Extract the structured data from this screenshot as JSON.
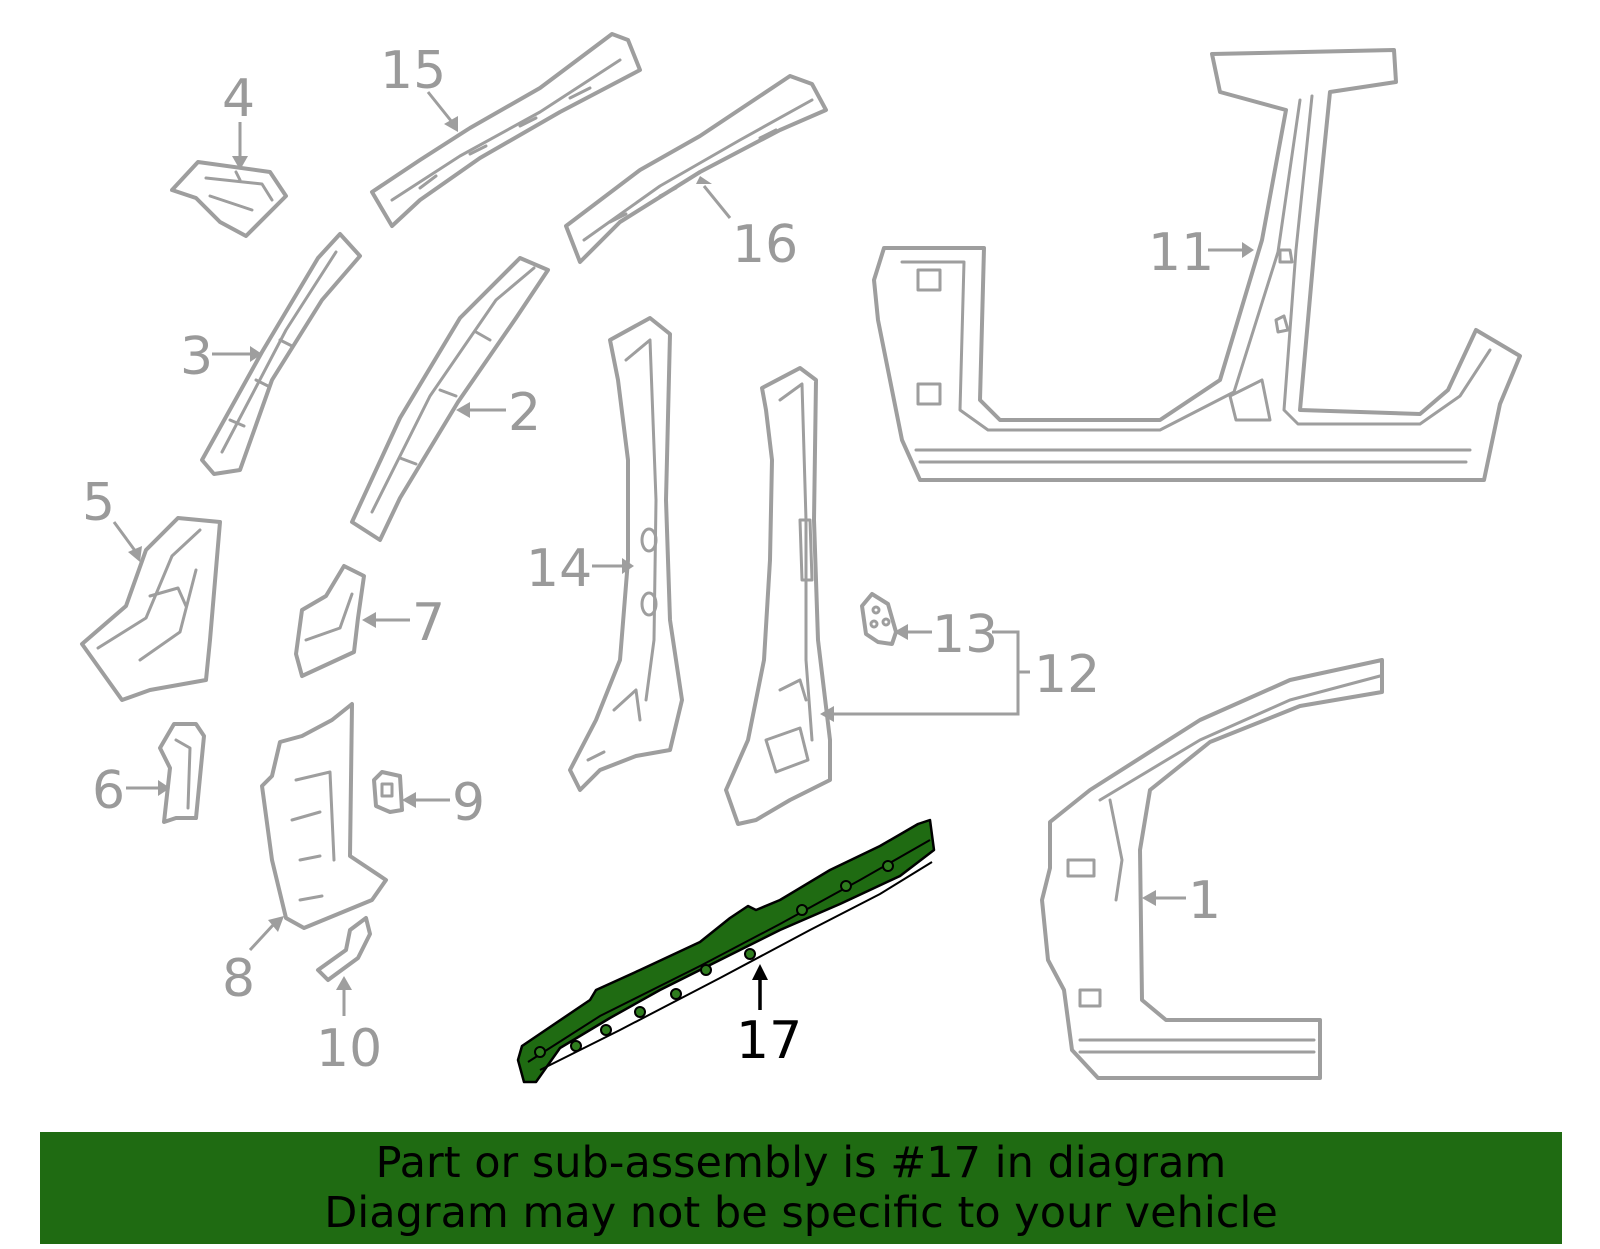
{
  "diagram": {
    "callouts": {
      "c1": "1",
      "c2": "2",
      "c3": "3",
      "c4": "4",
      "c5": "5",
      "c6": "6",
      "c7": "7",
      "c8": "8",
      "c9": "9",
      "c10": "10",
      "c11": "11",
      "c12": "12",
      "c13": "13",
      "c14": "14",
      "c15": "15",
      "c16": "16",
      "c17": "17"
    },
    "highlighted_part": "17",
    "colors": {
      "highlight": "#1f6b12",
      "parts": "#9e9e9e",
      "banner": "#1f6b12"
    }
  },
  "footer": {
    "line1": "Part or sub-assembly is #17 in diagram",
    "line2": "Diagram may not be specific to your vehicle"
  }
}
